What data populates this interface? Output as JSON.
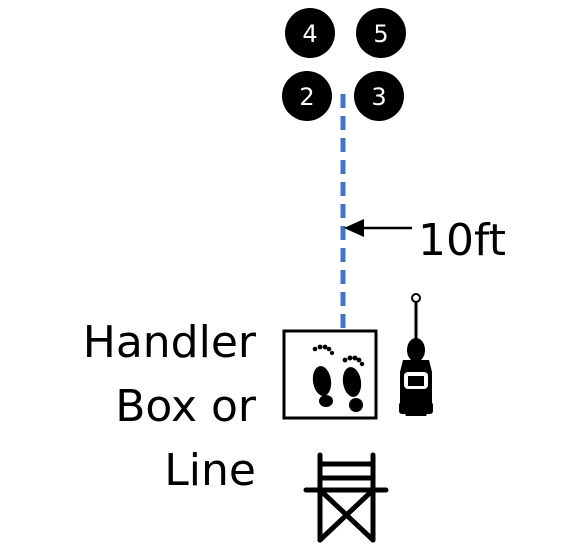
{
  "markers": {
    "m4": "4",
    "m5": "5",
    "m2": "2",
    "m3": "3"
  },
  "distance_label": "10ft",
  "handler_label": {
    "line1": "Handler",
    "line2": "Box or",
    "line3": "Line"
  },
  "icons": {
    "footprints": "footprints-icon",
    "dog": "dog-icon",
    "chair": "director-chair-icon",
    "arrow": "arrow-left-icon"
  },
  "colors": {
    "dashed_line": "#4472C4",
    "markers": "#000000",
    "marker_text": "#ffffff",
    "text": "#000000"
  }
}
